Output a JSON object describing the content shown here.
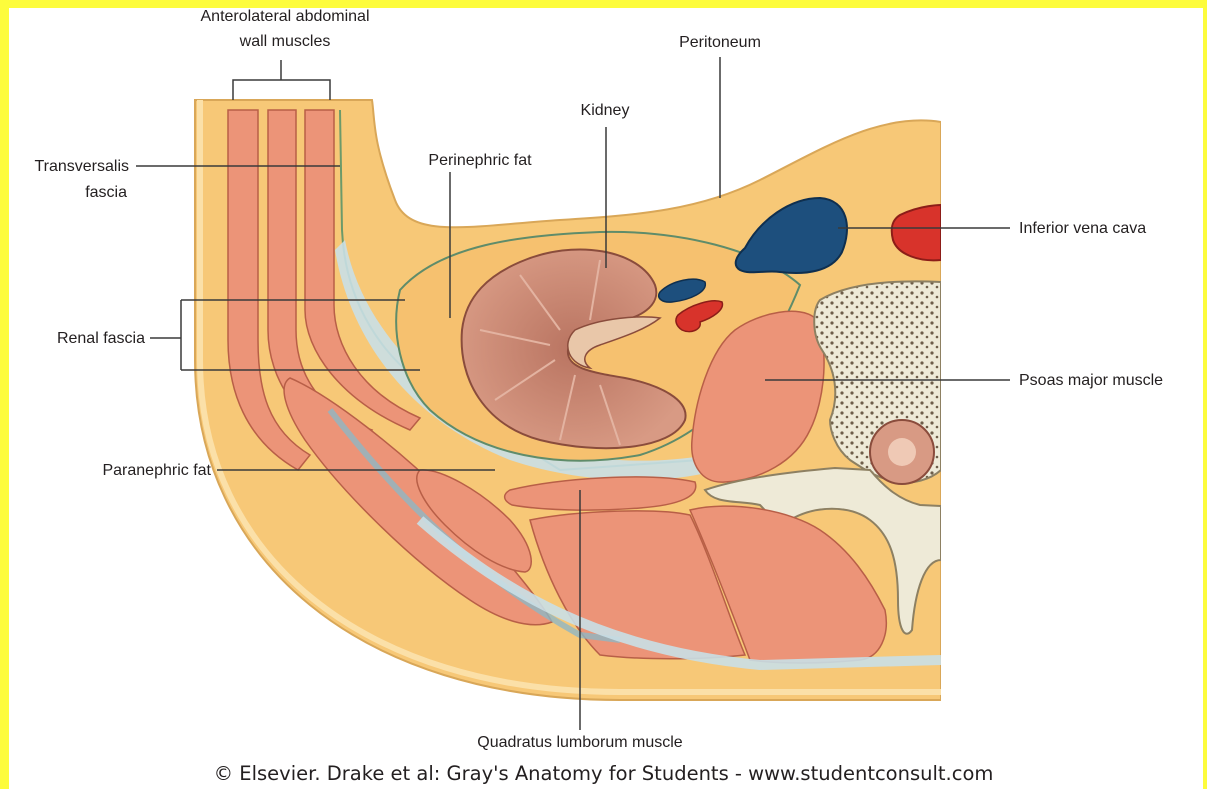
{
  "labels": {
    "anterolateral_line1": "Anterolateral abdominal",
    "anterolateral_line2": "wall muscles",
    "peritoneum": "Peritoneum",
    "kidney": "Kidney",
    "transversalis_line1": "Transversalis",
    "transversalis_line2": "fascia",
    "perinephric_fat": "Perinephric fat",
    "inferior_vena_cava": "Inferior vena cava",
    "renal_fascia": "Renal fascia",
    "psoas_major_muscle": "Psoas major muscle",
    "paranephric_fat": "Paranephric fat",
    "quadratus_lumborum_muscle": "Quadratus lumborum muscle"
  },
  "credit": "© Elsevier. Drake et al: Gray's Anatomy for Students - www.studentconsult.com",
  "colors": {
    "border": "#fdfc3c",
    "fat": "#f7c877",
    "muscle": "#ec9478",
    "fascia": "#c9dfe6",
    "vein": "#1d4f7d",
    "artery": "#d8332b",
    "bone": "#eeead7",
    "kidney": "#c98571",
    "line": "#3a3a3a"
  }
}
